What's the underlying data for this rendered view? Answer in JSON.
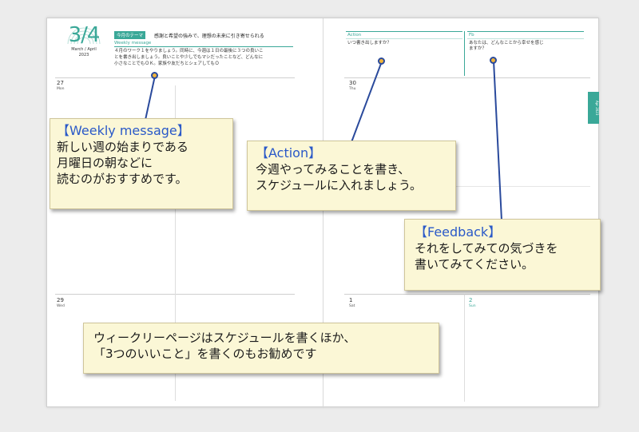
{
  "left_page": {
    "date": "3/4",
    "month_label": "March / April",
    "year": "2023",
    "theme_tag": "今月のテーマ",
    "theme_text": "感謝と希望の強みで、理想の未来に引き寄せられる",
    "weekly_message_label": "Weekly message",
    "weekly_message_body": [
      "４月のワーク１をやりましょう。同時に、今週は１日の最後に３つの良いこ",
      "とを書き出しましょう。良いことや少しでもマシだったことなど、どんなに",
      "小さなことでもＯＫ。家族や友だちとシェアしてもＯ"
    ],
    "days": [
      {
        "num": "27",
        "name": "Mon"
      },
      {
        "num": "29",
        "name": "Wed"
      }
    ]
  },
  "right_page": {
    "action_label": "Action",
    "action_prompt": "いつ書き出しますか？",
    "fb_label": "Fb",
    "fb_prompt": [
      "あなたは、どんなことから幸せを感じ",
      "ますか？"
    ],
    "side_tab": "Apr 2023",
    "days": [
      {
        "num": "30",
        "name": "Thu"
      },
      {
        "num": "1",
        "name": "Sat"
      },
      {
        "num": "2",
        "name": "Sun"
      }
    ]
  },
  "callouts": {
    "weekly": {
      "title": "【Weekly message】",
      "lines": [
        "新しい週の始まりである",
        "月曜日の朝などに",
        "読むのがおすすめです。"
      ]
    },
    "action": {
      "title": "【Action】",
      "lines": [
        "今週やってみることを書き、",
        "スケジュールに入れましょう。"
      ]
    },
    "feedback": {
      "title": "【Feedback】",
      "lines": [
        "それをしてみての気づきを",
        "書いてみてください。"
      ]
    },
    "bottom": {
      "lines": [
        "ウィークリーページはスケジュールを書くほか、",
        "「3つのいいこと」を書くのもお勧めです"
      ]
    }
  },
  "colors": {
    "accent": "#3aa898",
    "callout_bg": "#fbf7d6",
    "callout_title": "#2a59c8",
    "connector": "#2a4a9c",
    "dot": "#f0b43a"
  }
}
